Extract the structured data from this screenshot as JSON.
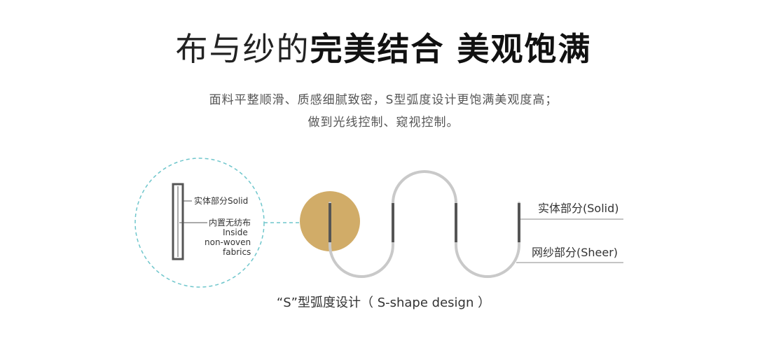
{
  "header": {
    "title_light": "布与纱的",
    "title_bold": "完美结合 美观饱满"
  },
  "description": {
    "line1": "面料平整顺滑、质感细腻致密，S型弧度设计更饱满美观度高；",
    "line2": "做到光线控制、窥视控制。"
  },
  "detail": {
    "solid_label": "实体部分Solid",
    "inner_label_cn": "内置无纺布",
    "inner_label_en_1": "Inside",
    "inner_label_en_2": "non-woven",
    "inner_label_en_3": "fabrics"
  },
  "s_curve": {
    "solid_label": "实体部分(Solid)",
    "sheer_label": "网纱部分(Sheer)",
    "caption": "“S”型弧度设计（ S-shape design ）"
  },
  "colors": {
    "accent_gold": "#D1AC68",
    "dashed_circle": "#6FC6CC",
    "solid_bar": "#555555",
    "sheer_curve": "#C9C9C9"
  }
}
